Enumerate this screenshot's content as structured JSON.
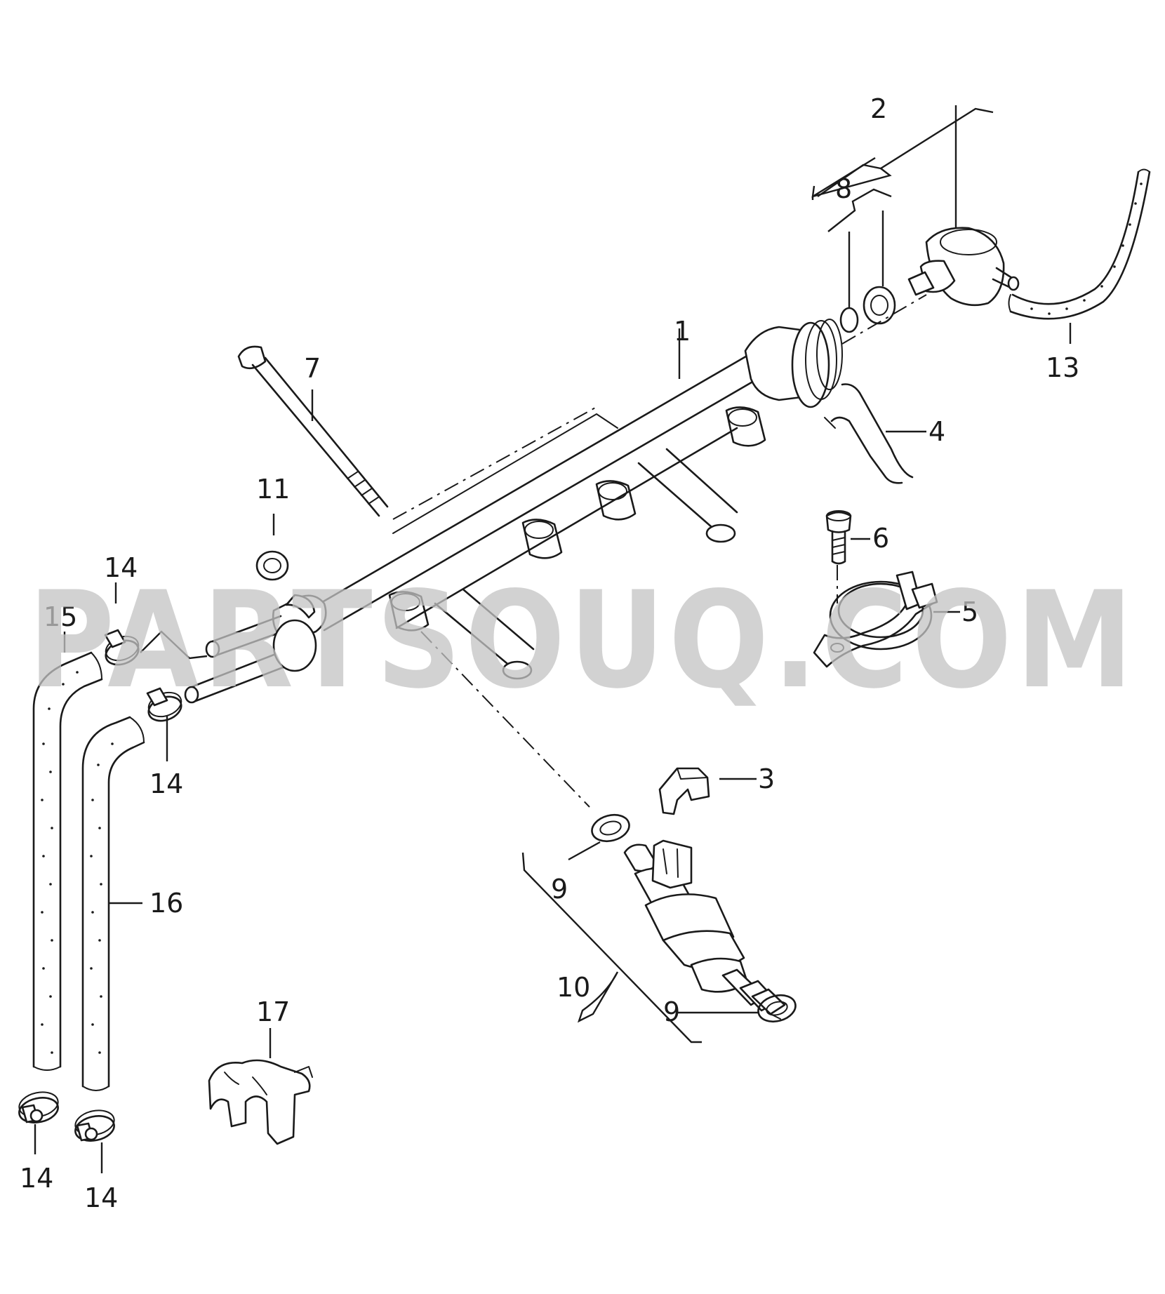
{
  "watermark": "PARTSOUQ.COM",
  "callouts": {
    "c1": "1",
    "c2": "2",
    "c3": "3",
    "c4": "4",
    "c5": "5",
    "c6": "6",
    "c7": "7",
    "c8": "8",
    "c9a": "9",
    "c9b": "9",
    "c10": "10",
    "c11": "11",
    "c13": "13",
    "c14a": "14",
    "c14b": "14",
    "c14c": "14",
    "c14d": "14",
    "c15": "15",
    "c16": "16",
    "c17": "17"
  }
}
